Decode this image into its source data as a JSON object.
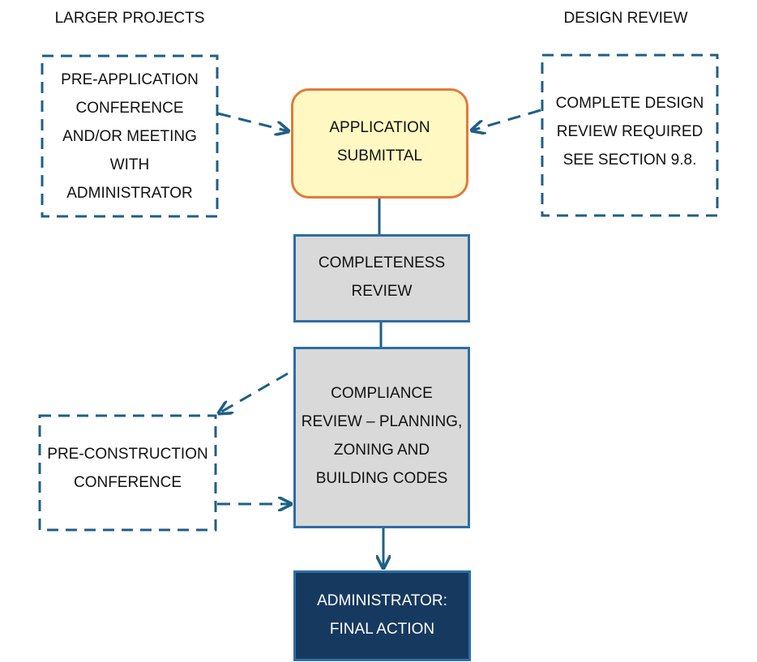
{
  "labels": {
    "left_heading": "LARGER PROJECTS",
    "right_heading": "DESIGN REVIEW"
  },
  "boxes": {
    "pre_application": {
      "lines": [
        "PRE-APPLICATION",
        "CONFERENCE",
        "AND/OR MEETING",
        "WITH",
        "ADMINISTRATOR"
      ]
    },
    "application_submittal": {
      "lines": [
        "APPLICATION",
        "SUBMITTAL"
      ]
    },
    "design_review": {
      "lines": [
        "COMPLETE DESIGN",
        "REVIEW REQUIRED",
        "SEE SECTION 9.8."
      ]
    },
    "completeness_review": {
      "lines": [
        "COMPLETENESS",
        "REVIEW"
      ]
    },
    "compliance_review": {
      "lines": [
        "COMPLIANCE",
        "REVIEW – PLANNING,",
        "ZONING AND",
        "BUILDING CODES"
      ]
    },
    "pre_construction": {
      "lines": [
        "PRE-CONSTRUCTION",
        "CONFERENCE"
      ]
    },
    "final_action": {
      "lines": [
        "ADMINISTRATOR:",
        "FINAL ACTION"
      ]
    }
  },
  "colors": {
    "connector": "#1f5f85",
    "application_fill": "#fff8c2",
    "application_border": "#e07b39",
    "review_fill": "#d9d9d9",
    "review_border": "#2e6ea4",
    "final_fill": "#16395f"
  }
}
